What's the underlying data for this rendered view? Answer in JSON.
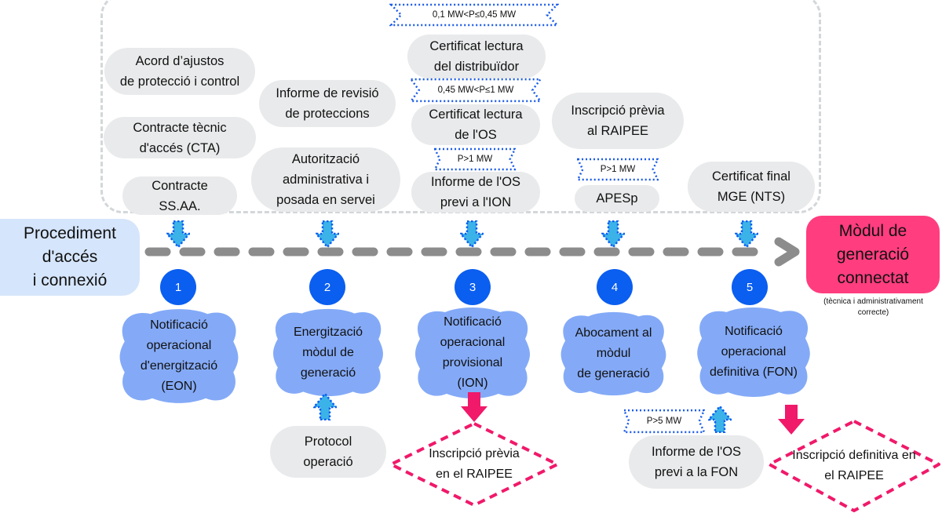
{
  "requirements": {
    "col1": [
      "Acord d’ajustos\nde protecció i control",
      "Contracte tècnic\nd'accés (CTA)",
      "Contracte\nSS.AA."
    ],
    "col2": [
      "Informe de revisió\nde proteccions",
      "Autorització\nadministrativa i\nposada en servei"
    ],
    "col3": [
      "Certificat lectura\ndel distribuïdor",
      "Certificat lectura\nde l'OS",
      "Informe de l'OS\nprevi a l'ION"
    ],
    "col4": [
      "Inscripció prèvia\nal RAIPEE",
      "APESp"
    ],
    "col5": [
      "Certificat final\nMGE (NTS)"
    ]
  },
  "power_tags": {
    "t1": "0,1 MW<P≤0,45 MW",
    "t2": "0,45 MW<P≤1 MW",
    "t3": "P>1 MW",
    "t4": "P>1 MW",
    "t5": "P>5 MW"
  },
  "start": {
    "label": "Procediment\nd'accés\ni connexió"
  },
  "end": {
    "label": "Mòdul de\ngeneració\nconnectat",
    "note": "(tècnica i administrativament\ncorrecte)"
  },
  "steps": [
    {
      "number": "1",
      "label": "Notificació\noperacional\nd'energització\n(EON)"
    },
    {
      "number": "2",
      "label": "Energització\nmòdul de\ngeneració"
    },
    {
      "number": "3",
      "label": "Notificació\noperacional\nprovisional\n(ION)"
    },
    {
      "number": "4",
      "label": "Abocament al\nmòdul\nde generació"
    },
    {
      "number": "5",
      "label": "Notificació\noperacional\ndefinitiva (FON)"
    }
  ],
  "bottom_inputs": {
    "protocol": "Protocol\noperació",
    "informe_fon": "Informe de l'OS\nprevi a la FON"
  },
  "outputs": {
    "raipee_previa": "Inscripció prèvia\nen el RAIPEE",
    "raipee_definitiva": "Inscripció definitiva en\nel RAIPEE"
  },
  "colors": {
    "step_circle": "#0a5ef0",
    "cloud": "#84aaf7",
    "start": "#d5e5fb",
    "end": "#ff3d7f",
    "output_border": "#f0196a",
    "tag_border": "#1a5be8",
    "down_arrow": "#3cb3e8",
    "timeline": "#8c8c8c",
    "pill": "#e9eaeb"
  }
}
